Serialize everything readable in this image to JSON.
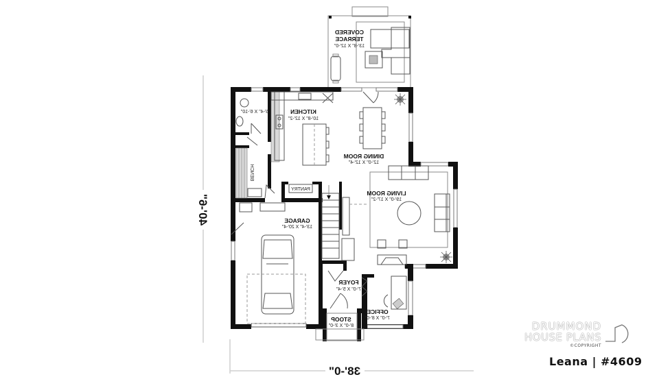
{
  "plan": {
    "name": "Leana",
    "number": "#4609",
    "title_line": "Leana | #4609",
    "mirrored": true
  },
  "brand": {
    "line1": "DRUMMOND",
    "line2": "HOUSE PLANS",
    "line3": "©COPYRIGHT"
  },
  "dimensions": {
    "width": "38'-0\"",
    "depth": "40'-6\""
  },
  "rooms": {
    "covered_terrace": {
      "name_line1": "COVERED",
      "name_line2": "TERRACE",
      "size": "13'-8\" X 12'-0\""
    },
    "kitchen": {
      "name": "KITCHEN",
      "size": "10'-8\" X 12'-2\""
    },
    "powder_room": {
      "size": "5'-4\" X 6'-10\""
    },
    "dining_room": {
      "name": "DINING ROOM",
      "size": "12'-0\" X 12'-4\""
    },
    "living_room": {
      "name": "LIVING ROOM",
      "size": "19'-0\" X 17'-2\""
    },
    "garage": {
      "name": "GARAGE",
      "size": "13'-4\" X 20'-4\""
    },
    "pantry": {
      "name": "PANTRY"
    },
    "bench": {
      "name": "BENCH"
    },
    "foyer": {
      "name": "FOYER",
      "size": "7'-0\" X 5'-4\""
    },
    "office": {
      "name": "OFFICE",
      "size": "7'-0\" X 8'-0\""
    },
    "stoop": {
      "name": "STOOP",
      "size": "8'-0\" X 3'-0\""
    }
  },
  "colors": {
    "wall": "#111111",
    "line": "#555555",
    "dimension_line": "#cfcfcf",
    "background": "#ffffff"
  }
}
